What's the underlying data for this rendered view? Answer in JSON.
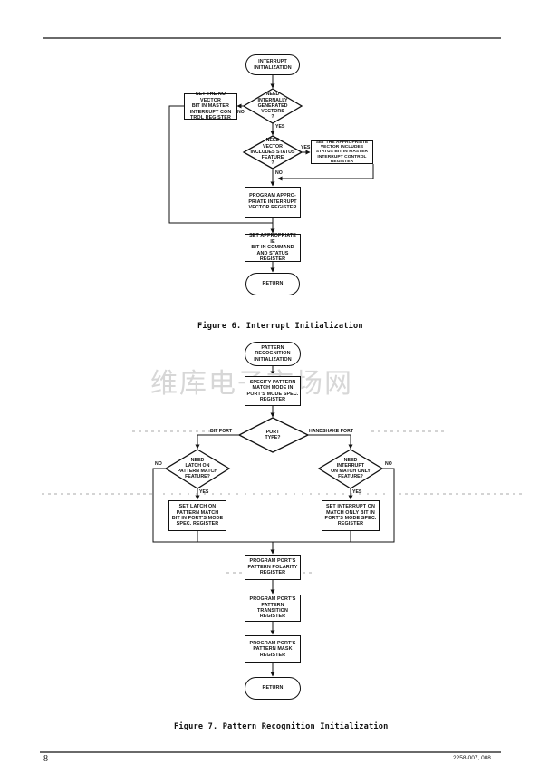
{
  "figure6": {
    "caption": "Figure 6.  Interrupt Initialization",
    "start": "INTERRUPT\nINITIALIZATION",
    "no_vector_box": "SET THE NO VECTOR\nBIT IN MASTER\nINTERRUPT CON\nTROL REGISTER",
    "decision_internal": "NEED\nINTERNALLY\nGENERATED\nVECTORS\n?",
    "decision_status": "NEED\nVECTOR\nINCLUDES STATUS\nFEATURE\n?",
    "status_box": "SET THE APPROPRIATE\nVECTOR INCLUDES\nSTATUS BIT IN MASTER\nINTERRUPT CONTROL\nREGISTER",
    "program_vector": "PROGRAM APPRO-\nPRIATE INTERRUPT\nVECTOR REGISTER",
    "set_ie": "SET APPROPRIATE IE\nBIT IN COMMAND\nAND STATUS\nREGISTER",
    "return": "RETURN",
    "label_no_1": "NO",
    "label_yes_1": "YES",
    "label_yes_2": "YES",
    "label_no_2": "NO"
  },
  "figure7": {
    "caption": "Figure 7.  Pattern Recognition Initialization",
    "start": "PATTERN\nRECOGNITION\nINITIALIZATION",
    "specify_box": "SPECIFY PATTERN\nMATCH MODE IN\nPORT'S MODE SPEC.\nREGISTER",
    "decision_port": "PORT\nTYPE?",
    "label_bit_port": "BIT PORT",
    "label_handshake_port": "HANDSHAKE PORT",
    "decision_latch": "NEED\nLATCH ON\nPATTERN MATCH\nFEATURE?",
    "decision_interrupt": "NEED\nINTERRUPT\nON MATCH ONLY\nFEATURE?",
    "label_no_left": "NO",
    "label_no_right": "NO",
    "label_yes_left": "YES",
    "label_yes_right": "YES",
    "latch_box": "SET LATCH ON\nPATTERN MATCH\nBIT IN PORT'S MODE\nSPEC. REGISTER",
    "interrupt_box": "SET INTERRUPT ON\nMATCH ONLY BIT IN\nPORT'S MODE SPEC.\nREGISTER",
    "polarity_box": "PROGRAM PORT'S\nPATTERN POLARITY\nREGISTER",
    "transition_box": "PROGRAM PORT'S\nPATTERN TRANSITION\nREGISTER",
    "mask_box": "PROGRAM PORT'S\nPATTERN MASK\nREGISTER",
    "return": "RETURN"
  },
  "watermark": "维库电子市场网",
  "footer": {
    "page_number": "8",
    "doc_number": "2258-007, 008"
  }
}
